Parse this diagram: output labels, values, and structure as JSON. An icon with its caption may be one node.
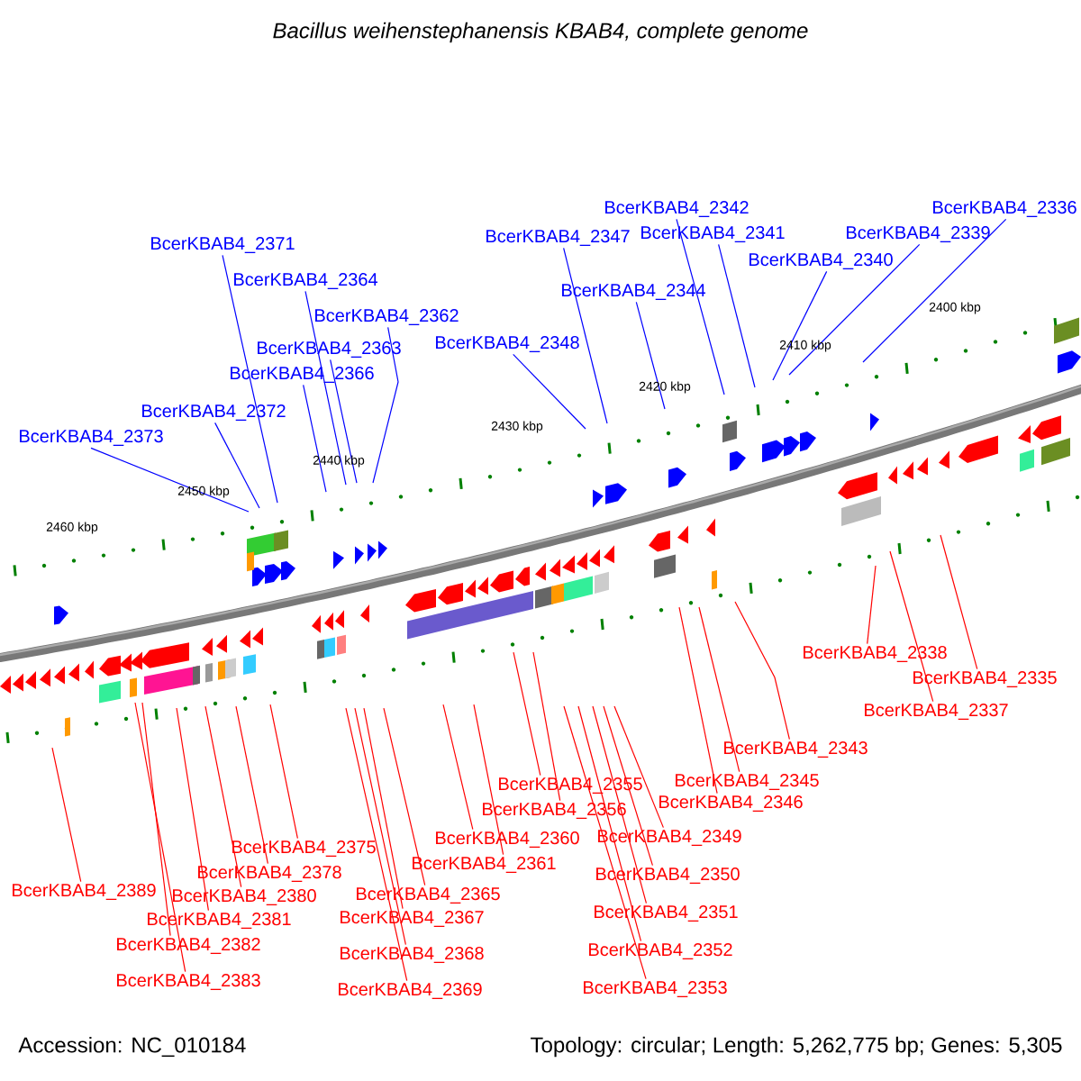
{
  "diagram": {
    "title": "Bacillus weihenstephanensis KBAB4, complete genome",
    "nodes": [
      {
        "text": [
          "BcerKBAB4_2342"
        ]
      },
      {
        "text": [
          "BcerKBAB4_2336"
        ]
      },
      {
        "text": [
          "BcerKBAB4_2371"
        ]
      },
      {
        "text": [
          "BcerKBAB4_2347"
        ]
      },
      {
        "text": [
          "BcerKBAB4_2341"
        ]
      },
      {
        "text": [
          "BcerKBAB4_2339"
        ]
      },
      {
        "text": [
          "BcerKBAB4_2340"
        ]
      },
      {
        "text": [
          "BcerKBAB4_2364"
        ]
      },
      {
        "text": [
          "BcerKBAB4_2344"
        ]
      },
      {
        "text": [
          "BcerKBAB4_2362"
        ]
      },
      {
        "text": [
          "BcerKBAB4_2348"
        ]
      },
      {
        "text": [
          "BcerKBAB4_2363"
        ]
      },
      {
        "text": [
          "BcerKBAB4_2366"
        ]
      },
      {
        "text": [
          "BcerKBAB4_2372"
        ]
      },
      {
        "text": [
          "BcerKBAB4_2373"
        ]
      },
      {
        "text": [
          "BcerKBAB4_2338"
        ]
      },
      {
        "text": [
          "BcerKBAB4_2335"
        ]
      },
      {
        "text": [
          "BcerKBAB4_2337"
        ]
      },
      {
        "text": [
          "BcerKBAB4_2343"
        ]
      },
      {
        "text": [
          "BcerKBAB4_2345"
        ]
      },
      {
        "text": [
          "BcerKBAB4_2355"
        ]
      },
      {
        "text": [
          "BcerKBAB4_2346"
        ]
      },
      {
        "text": [
          "BcerKBAB4_2356"
        ]
      },
      {
        "text": [
          "BcerKBAB4_2349"
        ]
      },
      {
        "text": [
          "BcerKBAB4_2360"
        ]
      },
      {
        "text": [
          "BcerKBAB4_2375"
        ]
      },
      {
        "text": [
          "BcerKBAB4_2361"
        ]
      },
      {
        "text": [
          "BcerKBAB4_2378"
        ]
      },
      {
        "text": [
          "BcerKBAB4_2350"
        ]
      },
      {
        "text": [
          "BcerKBAB4_2389"
        ]
      },
      {
        "text": [
          "BcerKBAB4_2365"
        ]
      },
      {
        "text": [
          "BcerKBAB4_2380"
        ]
      },
      {
        "text": [
          "BcerKBAB4_2351"
        ]
      },
      {
        "text": [
          "BcerKBAB4_2367"
        ]
      },
      {
        "text": [
          "BcerKBAB4_2381"
        ]
      },
      {
        "text": [
          "BcerKBAB4_2382"
        ]
      },
      {
        "text": [
          "BcerKBAB4_2352"
        ]
      },
      {
        "text": [
          "BcerKBAB4_2368"
        ]
      },
      {
        "text": [
          "BcerKBAB4_2383"
        ]
      },
      {
        "text": [
          "BcerKBAB4_2353"
        ]
      },
      {
        "text": [
          "BcerKBAB4_2369"
        ]
      }
    ],
    "edges": [
      {
        "from": 0,
        "to": null,
        "arrow": "none",
        "color": "#0000ff"
      },
      {
        "from": 1,
        "to": null,
        "arrow": "none",
        "color": "#0000ff"
      },
      {
        "from": 2,
        "to": null,
        "arrow": "none",
        "color": "#0000ff"
      },
      {
        "from": 3,
        "to": null,
        "arrow": "none",
        "color": "#0000ff"
      },
      {
        "from": 4,
        "to": null,
        "arrow": "none",
        "color": "#0000ff"
      },
      {
        "from": 5,
        "to": null,
        "arrow": "none",
        "color": "#0000ff"
      },
      {
        "from": 6,
        "to": null,
        "arrow": "none",
        "color": "#0000ff"
      },
      {
        "from": 7,
        "to": null,
        "arrow": "none",
        "color": "#0000ff"
      },
      {
        "from": 8,
        "to": null,
        "arrow": "none",
        "color": "#0000ff"
      },
      {
        "from": 9,
        "to": null,
        "arrow": "none",
        "color": "#0000ff"
      },
      {
        "from": 10,
        "to": null,
        "arrow": "none",
        "color": "#0000ff"
      },
      {
        "from": 11,
        "to": null,
        "arrow": "none",
        "color": "#0000ff"
      },
      {
        "from": 12,
        "to": null,
        "arrow": "none",
        "color": "#0000ff"
      },
      {
        "from": 13,
        "to": null,
        "arrow": "none",
        "color": "#0000ff"
      },
      {
        "from": 14,
        "to": null,
        "arrow": "none",
        "color": "#0000ff"
      },
      {
        "from": 15,
        "to": null,
        "arrow": "none"
      },
      {
        "from": 16,
        "to": null,
        "arrow": "none"
      },
      {
        "from": 17,
        "to": null,
        "arrow": "none"
      },
      {
        "from": 18,
        "to": null,
        "arrow": "none"
      },
      {
        "from": 19,
        "to": null,
        "arrow": "none"
      },
      {
        "from": 20,
        "to": null,
        "arrow": "none"
      },
      {
        "from": 21,
        "to": null,
        "arrow": "none"
      },
      {
        "from": 22,
        "to": null,
        "arrow": "none"
      },
      {
        "from": 23,
        "to": null,
        "arrow": "none"
      },
      {
        "from": 24,
        "to": null,
        "arrow": "none"
      },
      {
        "from": 25,
        "to": null,
        "arrow": "none"
      },
      {
        "from": 26,
        "to": null,
        "arrow": "none"
      },
      {
        "from": 27,
        "to": null,
        "arrow": "none"
      },
      {
        "from": 28,
        "to": null,
        "arrow": "none"
      },
      {
        "from": 29,
        "to": null,
        "arrow": "none"
      },
      {
        "from": 30,
        "to": null,
        "arrow": "none"
      },
      {
        "from": 31,
        "to": null,
        "arrow": "none"
      },
      {
        "from": 32,
        "to": null,
        "arrow": "none"
      },
      {
        "from": 33,
        "to": null,
        "arrow": "none"
      },
      {
        "from": 34,
        "to": null,
        "arrow": "none"
      },
      {
        "from": 35,
        "to": null,
        "arrow": "none"
      },
      {
        "from": 36,
        "to": null,
        "arrow": "none"
      },
      {
        "from": 37,
        "to": null,
        "arrow": "none"
      },
      {
        "from": 38,
        "to": null,
        "arrow": "none"
      },
      {
        "from": 39,
        "to": null,
        "arrow": "none"
      },
      {
        "from": 40,
        "to": null,
        "arrow": "none"
      }
    ],
    "labels": [
      "2400 kbp",
      "2410 kbp",
      "2420 kbp",
      "2430 kbp",
      "2440 kbp",
      "2450 kbp",
      "2460 kbp",
      "Accession: NC_010184",
      "Topology: circular; Length: 5,262,775 bp; Genes: 5,305"
    ]
  }
}
